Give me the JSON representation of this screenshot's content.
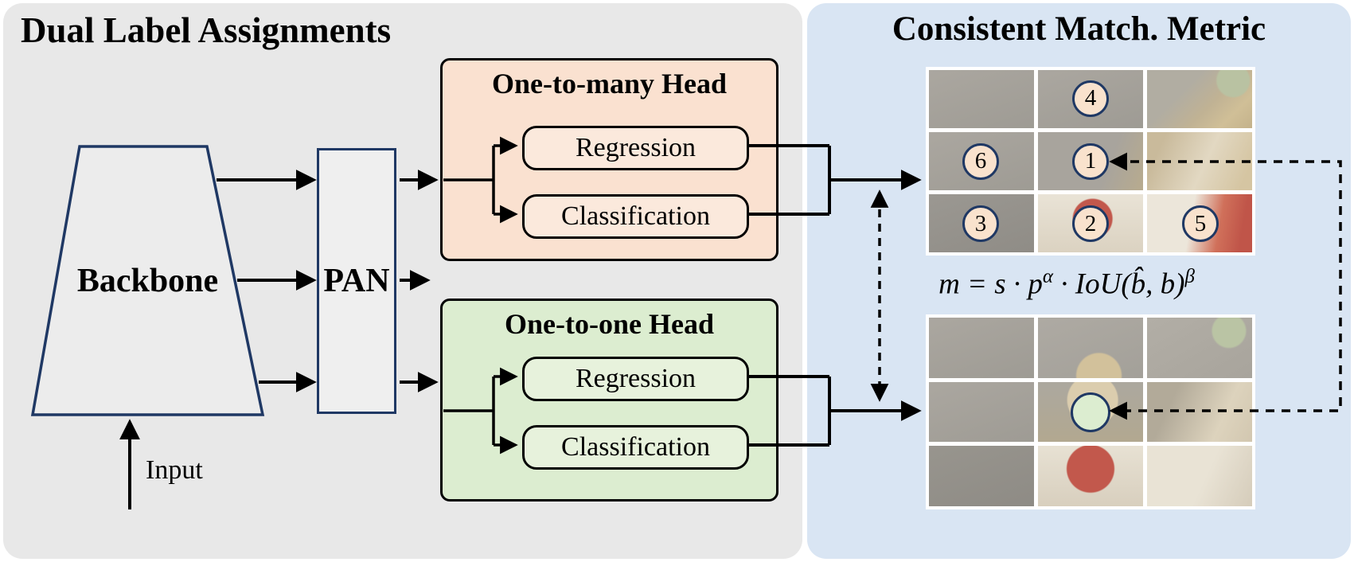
{
  "colors": {
    "navy": "#1f3864",
    "panel_gray": "#e8e8e8",
    "panel_blue": "#d9e5f3",
    "one_to_many_fill": "#fae1d0",
    "one_to_one_fill": "#dcedd0",
    "arrow": "#000000",
    "bandana_red": "#c2584c"
  },
  "left_panel": {
    "title": "Dual Label Assignments",
    "backbone_label": "Backbone",
    "input_label": "Input",
    "pan_label": "PAN",
    "one_to_many": {
      "title": "One-to-many Head",
      "boxes": [
        "Regression",
        "Classification"
      ]
    },
    "one_to_one": {
      "title": "One-to-one Head",
      "boxes": [
        "Regression",
        "Classification"
      ]
    }
  },
  "right_panel": {
    "title": "Consistent Match. Metric",
    "formula": {
      "part1": "m = s · p",
      "sup1": "α",
      "part2": " · IoU(b̂, b)",
      "sup2": "β"
    },
    "one_to_many_grid": {
      "circles": [
        {
          "label": "4",
          "row": 0,
          "col": 1
        },
        {
          "label": "6",
          "row": 1,
          "col": 0
        },
        {
          "label": "1",
          "row": 1,
          "col": 1
        },
        {
          "label": "3",
          "row": 2,
          "col": 0
        },
        {
          "label": "2",
          "row": 2,
          "col": 1
        },
        {
          "label": "5",
          "row": 2,
          "col": 2
        }
      ]
    },
    "one_to_one_grid": {
      "circle": {
        "label": "",
        "row": 1,
        "col": 1
      }
    }
  }
}
